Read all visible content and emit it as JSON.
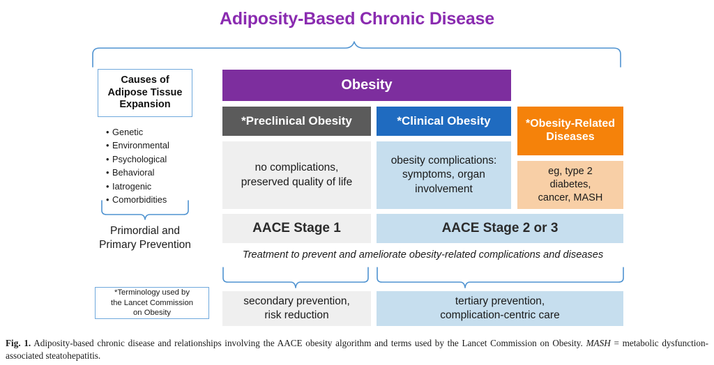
{
  "figure": {
    "title": "Adiposity-Based Chronic Disease",
    "accent_purple": "#7D2E9E",
    "accent_blue": "#1F6BC0",
    "accent_orange": "#F5820A",
    "accent_gray": "#5B5B5B",
    "light_blue": "#C6DEEE",
    "light_orange": "#F8CFA6",
    "light_gray": "#EFEFEF",
    "brace_color": "#4F93D1",
    "title_color": "#8A2BB0"
  },
  "left_column": {
    "causes_box_title": "Causes of Adipose Tissue Expansion",
    "causes_box_lines": [
      "Causes of",
      "Adipose Tissue",
      "Expansion"
    ],
    "causes_items": [
      "Genetic",
      "Environmental",
      "Psychological",
      "Behavioral",
      "Iatrogenic",
      "Comorbidities"
    ],
    "bullet_glyph": "•",
    "prevention_label": "Primordial and Primary Prevention",
    "prevention_lines": [
      "Primordial and",
      "Primary Prevention"
    ],
    "terminology_note": "*Terminology used by the Lancet Commission on Obesity",
    "terminology_lines": [
      "*Terminology used by",
      "the Lancet Commission",
      "on Obesity"
    ]
  },
  "main": {
    "obesity_bar": "Obesity",
    "headers": [
      {
        "id": "preclinical",
        "label": "*Preclinical Obesity",
        "bg": "#5B5B5B"
      },
      {
        "id": "clinical",
        "label": "*Clinical Obesity",
        "bg": "#1F6BC0"
      },
      {
        "id": "related",
        "label": "*Obesity-Related Diseases",
        "bg": "#F5820A"
      }
    ],
    "header_related_lines": [
      "*Obesity-Related",
      "Diseases"
    ],
    "descriptions": [
      {
        "id": "preclinical",
        "text": "no complications, preserved quality of life",
        "lines": [
          "no complications,",
          "preserved quality of life"
        ]
      },
      {
        "id": "clinical",
        "text": "obesity complications: symptoms, organ involvement",
        "lines": [
          "obesity complications:",
          "symptoms, organ",
          "involvement"
        ]
      },
      {
        "id": "related",
        "text": "eg, type 2 diabetes, cancer, MASH",
        "lines": [
          "eg, type 2",
          "diabetes,",
          "cancer, MASH"
        ]
      }
    ],
    "stages": [
      {
        "id": "stage-1",
        "label": "AACE Stage 1"
      },
      {
        "id": "stage-2-or-3",
        "label": "AACE Stage 2 or 3"
      }
    ],
    "treatment_line": "Treatment to prevent and ameliorate obesity-related complications and diseases",
    "prevention_boxes": [
      {
        "id": "secondary",
        "text": "secondary prevention, risk reduction",
        "lines": [
          "secondary prevention,",
          "risk reduction"
        ]
      },
      {
        "id": "tertiary",
        "text": "tertiary prevention, complication-centric care",
        "lines": [
          "tertiary prevention,",
          "complication-centric care"
        ]
      }
    ]
  },
  "caption": {
    "figure_number": "Fig. 1.",
    "body_part_1": " Adiposity-based chronic disease and relationships involving the AACE obesity algorithm and terms used by the Lancet Commission on Obesity. ",
    "abbrev": "MASH",
    "body_part_2": " = metabolic dysfunction-associated steatohepatitis.",
    "full_text": "Fig. 1. Adiposity-based chronic disease and relationships involving the AACE obesity algorithm and terms used by the Lancet Commission on Obesity. MASH = metabolic dysfunction-associated steatohepatitis."
  }
}
